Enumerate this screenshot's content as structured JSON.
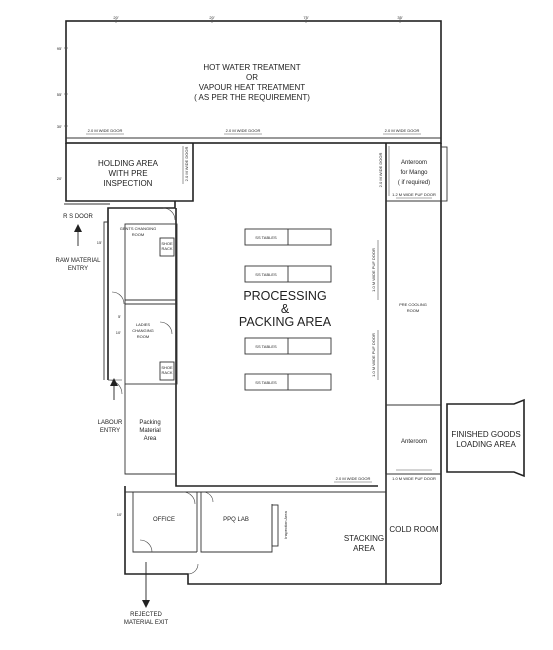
{
  "rooms": {
    "hot_water_treatment": [
      "HOT WATER TREATMENT",
      "OR",
      "VAPOUR HEAT TREATMENT",
      "( AS PER THE REQUIREMENT)"
    ],
    "holding_area": [
      "HOLDING AREA",
      "WITH PRE",
      "INSPECTION"
    ],
    "anteroom_mango": [
      "Anteroom",
      "for Mango",
      "( if required)"
    ],
    "processing": [
      "PROCESSING",
      "&",
      "PACKING AREA"
    ],
    "gents_changing": [
      "GENTS CHANGING",
      "ROOM"
    ],
    "ladies_changing": [
      "LADIES",
      "CHANGING",
      "ROOM"
    ],
    "pre_cooling": [
      "PRE COOLING",
      "ROOM"
    ],
    "packing_material": [
      "Packing",
      "Material",
      "Area"
    ],
    "anteroom": "Anteroom",
    "finished_goods": [
      "FINISHED GOODS",
      "LOADING AREA"
    ],
    "office": "OFFICE",
    "ppq_lab": "PPQ LAB",
    "inspection_area": "Inspection Area",
    "stacking": [
      "STACKING",
      "AREA"
    ],
    "cold_room": "COLD ROOM"
  },
  "tables": [
    "SS TABLES",
    "SS TABLES",
    "SS TABLES",
    "SS TABLES"
  ],
  "external": {
    "rs_door": "R S DOOR",
    "raw_material_entry": [
      "RAW MATERIAL",
      "ENTRY"
    ],
    "labour_entry": [
      "LABOUR",
      "ENTRY"
    ],
    "rejected_exit": [
      "REJECTED",
      "MATERIAL EXIT"
    ]
  },
  "fixtures": {
    "gents_shoe_rack": [
      "SHOE",
      "RACK"
    ],
    "ladies_shoe_rack": [
      "SHOE",
      "RACK"
    ]
  },
  "door_labels": {
    "hwt_door_1": "2.0 M WIDE DOOR",
    "hwt_door_2": "2.0 M WIDE DOOR",
    "hwt_door_3": "2.0 M WIDE DOOR",
    "holding_door": "2.0 M WIDE DOOR",
    "anteroom_side_door": "2.0 M WIDE DOOR",
    "anteroom_puf_door": "1.2 M WIDE PUF DOOR",
    "precool_puf_door_1": "1.0 M WIDE PUF DOOR",
    "precool_puf_door_2": "1.0 M WIDE PUF DOOR",
    "processing_bottom_door": "2.0 M WIDE DOOR",
    "cold_room_puf_door": "1.0 M WIDE PUF DOOR"
  },
  "dimension_marks": {
    "top_1": "20'",
    "top_2": "20'",
    "top_3": "75'",
    "top_4": "35'",
    "left_1": "95'",
    "left_2": "55'",
    "left_3": "30'",
    "holding_left": "20'",
    "gents_left": "15'",
    "ladies_1": "5'",
    "ladies_2": "10'",
    "office_left": "10'"
  }
}
